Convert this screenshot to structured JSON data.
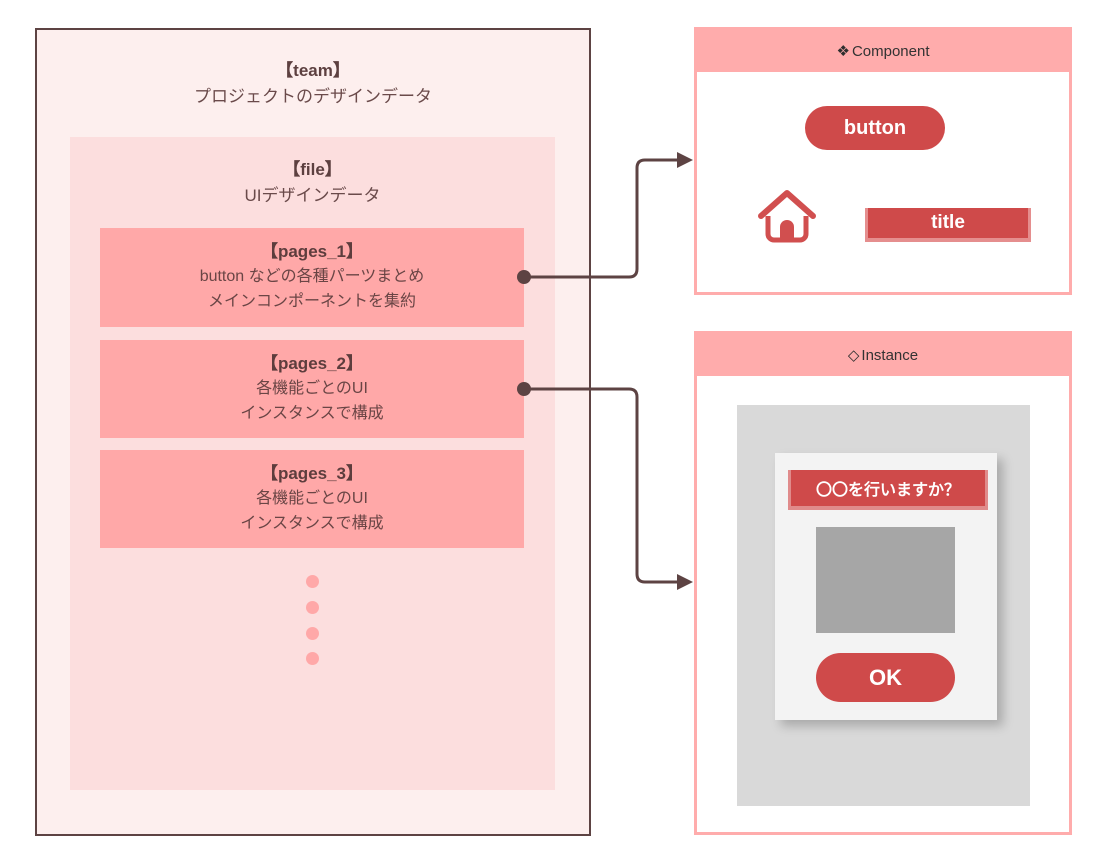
{
  "team": {
    "title": "【team】",
    "subtitle": "プロジェクトのデザインデータ",
    "file": {
      "title": "【file】",
      "subtitle": "UIデザインデータ",
      "pages": [
        {
          "title": "【pages_1】",
          "line1": "button などの各種パーツまとめ",
          "line2": "メインコンポーネントを集約"
        },
        {
          "title": "【pages_2】",
          "line1": "各機能ごとのUI",
          "line2": "インスタンスで構成"
        },
        {
          "title": "【pages_3】",
          "line1": "各機能ごとのUI",
          "line2": "インスタンスで構成"
        }
      ]
    }
  },
  "component_panel": {
    "icon": "❖",
    "label": "Component",
    "button_label": "button",
    "title_label": "title"
  },
  "instance_panel": {
    "icon": "◇",
    "label": "Instance",
    "dialog": {
      "header": "〇〇を行いますか？",
      "ok_label": "OK"
    }
  },
  "colors": {
    "accent_red": "#cf4a4a",
    "pink_strong": "#ffa8a8",
    "pink_light": "#fcdede",
    "pink_faint": "#fdefee",
    "arrow_brown": "#5d4343",
    "gray_panel": "#d9d9d9",
    "gray_placeholder": "#a6a6a6"
  }
}
